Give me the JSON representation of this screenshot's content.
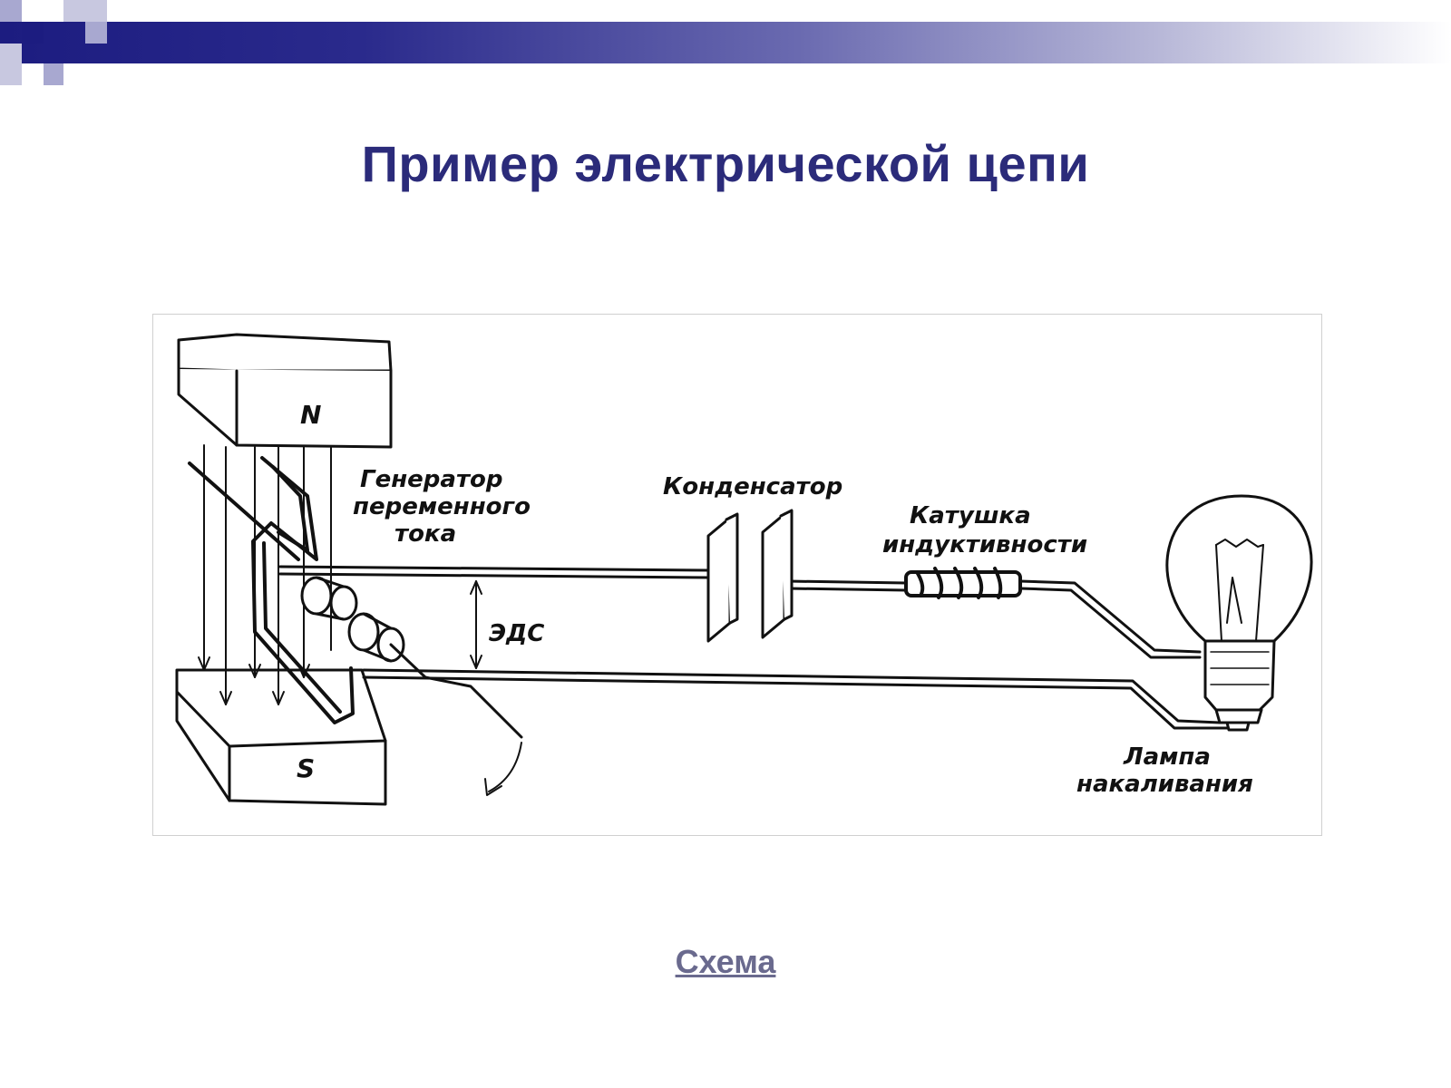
{
  "slide": {
    "title": "Пример электрической цепи",
    "link_text": "Схема",
    "colors": {
      "title": "#2b2b7a",
      "accent_bar": "#1c1c80",
      "link": "#6a6a8e"
    }
  },
  "diagram": {
    "labels": {
      "pole_north": "N",
      "pole_south": "S",
      "generator_line1": "Генератор",
      "generator_line2": "переменного",
      "generator_line3": "тока",
      "capacitor": "Конденсатор",
      "inductor_line1": "Катушка",
      "inductor_line2": "индуктивности",
      "emf": "ЭДС",
      "lamp_line1": "Лампа",
      "lamp_line2": "накаливания"
    }
  }
}
